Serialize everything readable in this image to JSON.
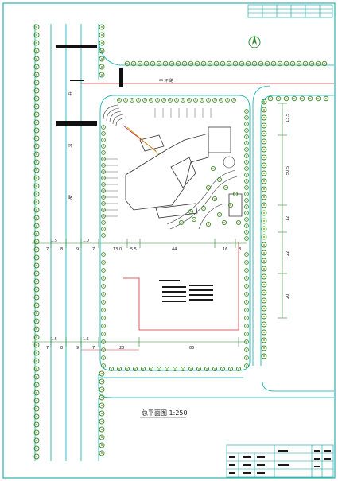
{
  "sheet": {
    "background": "#ffffff",
    "frame_color": "#00a0a0",
    "road_color": "#00b0b0",
    "property_line_color": "#d0303a",
    "dimension_color": "#2a8c2a",
    "building_color": "#333333",
    "text_color": "#1a1a1a",
    "tree_color": "#2e8b2e",
    "tree_accent": "#b0a020"
  },
  "plan_title": "总平面图 1:250",
  "road_name": "中 环 路",
  "road_name_v": "中环路",
  "north_arrow_icon": "north-arrow-icon",
  "dim_left_top": [
    "7",
    "8",
    "9",
    "7"
  ],
  "dim_left_top_small": [
    "1.5",
    "1.0"
  ],
  "dim_left_bottom": [
    "7",
    "8",
    "9",
    "7"
  ],
  "dim_left_bottom_small": [
    "1.5",
    "1.5"
  ],
  "dim_site_top": [
    "13.0",
    "5.5",
    "44",
    "16",
    "8"
  ],
  "dim_site_bottom": [
    "20",
    "85"
  ],
  "dim_right": [
    "13.5",
    "50.5",
    "12",
    "22",
    "20"
  ],
  "legend_rows": 6,
  "title_block": {
    "rows": 4,
    "columns": 6
  }
}
